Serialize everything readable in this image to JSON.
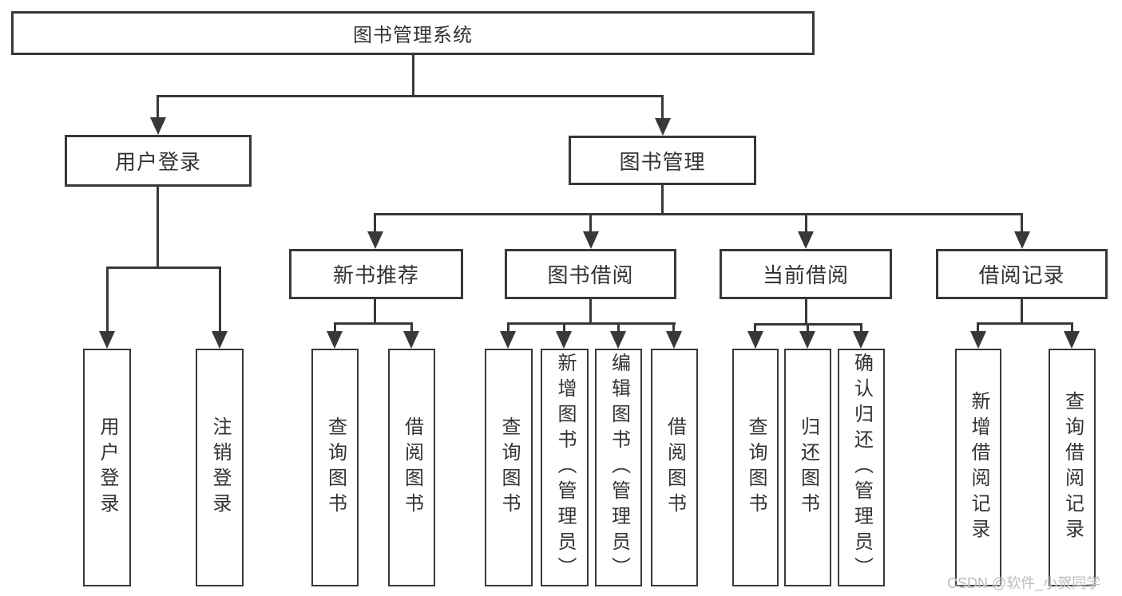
{
  "diagram_title": "图书管理系统",
  "tree": {
    "root": {
      "label": "图书管理系统"
    },
    "branches": [
      {
        "label": "用户登录",
        "children": [
          {
            "label": "用户登录"
          },
          {
            "label": "注销登录"
          }
        ]
      },
      {
        "label": "图书管理",
        "children": [
          {
            "label": "新书推荐",
            "children": [
              {
                "label": "查询图书"
              },
              {
                "label": "借阅图书"
              }
            ]
          },
          {
            "label": "图书借阅",
            "children": [
              {
                "label": "查询图书"
              },
              {
                "label": "新增图书（管理员）"
              },
              {
                "label": "编辑图书（管理员）"
              },
              {
                "label": "借阅图书"
              }
            ]
          },
          {
            "label": "当前借阅",
            "children": [
              {
                "label": "查询图书"
              },
              {
                "label": "归还图书"
              },
              {
                "label": "确认归还（管理员）"
              }
            ]
          },
          {
            "label": "借阅记录",
            "children": [
              {
                "label": "新增借阅记录"
              },
              {
                "label": "查询借阅记录"
              }
            ]
          }
        ]
      }
    ]
  },
  "watermark": "CSDN @软件_小贺同学",
  "colors": {
    "line": "#383838",
    "box_border": "#383838",
    "text": "#333333",
    "watermark": "#bdbdbd",
    "background": "#ffffff"
  }
}
